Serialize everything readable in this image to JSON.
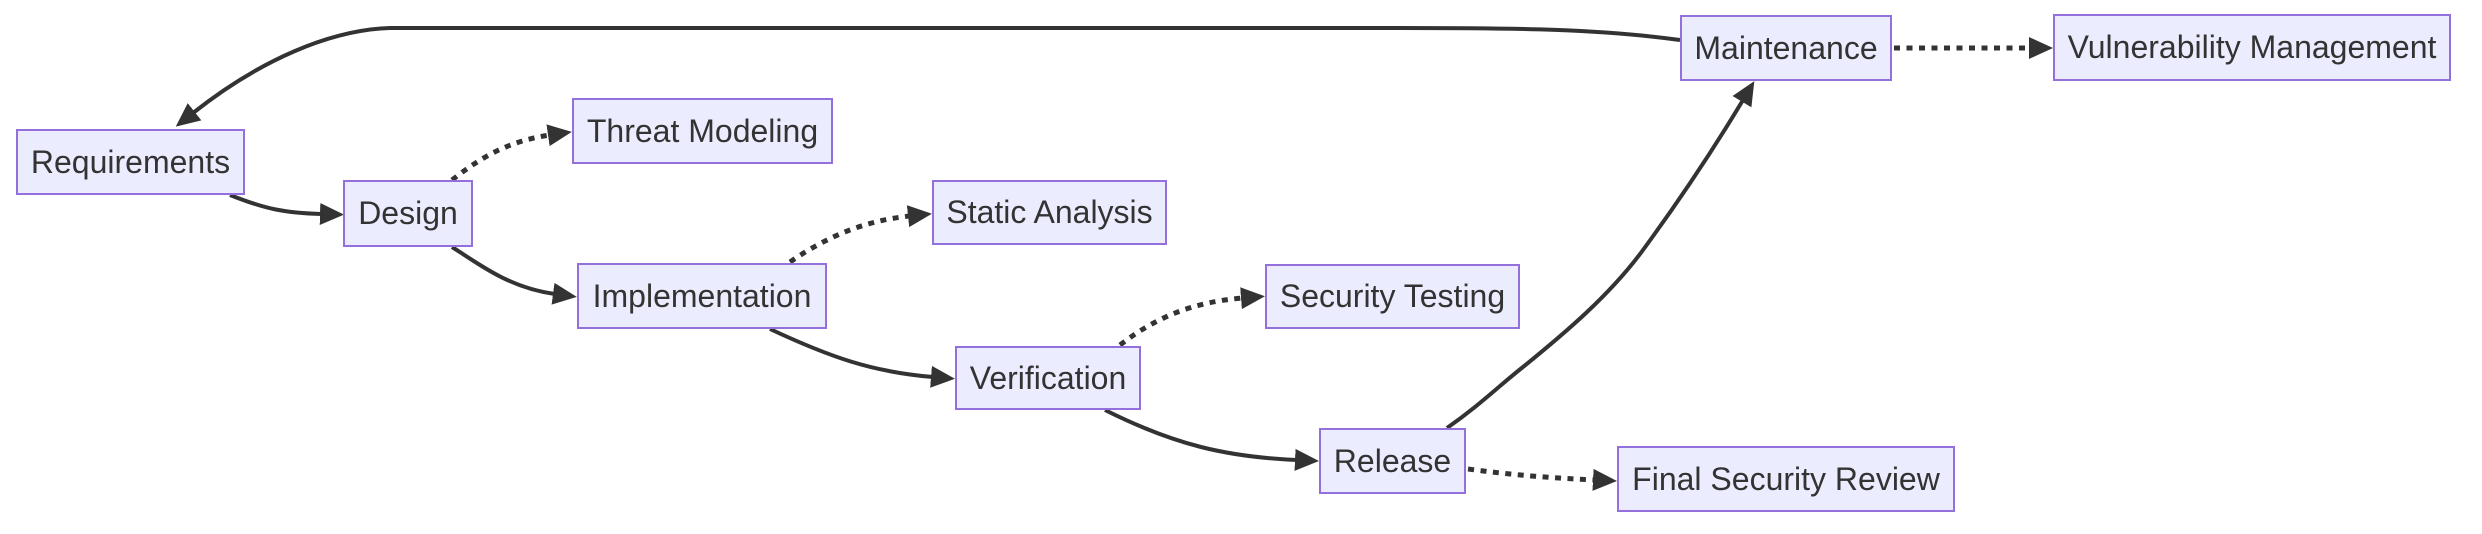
{
  "diagram": {
    "type": "flowchart",
    "direction": "LR",
    "nodes": [
      {
        "id": "requirements",
        "label": "Requirements"
      },
      {
        "id": "design",
        "label": "Design"
      },
      {
        "id": "threat_modeling",
        "label": "Threat Modeling"
      },
      {
        "id": "implementation",
        "label": "Implementation"
      },
      {
        "id": "static_analysis",
        "label": "Static Analysis"
      },
      {
        "id": "verification",
        "label": "Verification"
      },
      {
        "id": "security_testing",
        "label": "Security Testing"
      },
      {
        "id": "release",
        "label": "Release"
      },
      {
        "id": "final_security_review",
        "label": "Final Security Review"
      },
      {
        "id": "maintenance",
        "label": "Maintenance"
      },
      {
        "id": "vulnerability_management",
        "label": "Vulnerability Management"
      }
    ],
    "edges": [
      {
        "from": "requirements",
        "to": "design",
        "style": "solid"
      },
      {
        "from": "design",
        "to": "threat_modeling",
        "style": "dotted"
      },
      {
        "from": "design",
        "to": "implementation",
        "style": "solid"
      },
      {
        "from": "implementation",
        "to": "static_analysis",
        "style": "dotted"
      },
      {
        "from": "implementation",
        "to": "verification",
        "style": "solid"
      },
      {
        "from": "verification",
        "to": "security_testing",
        "style": "dotted"
      },
      {
        "from": "verification",
        "to": "release",
        "style": "solid"
      },
      {
        "from": "release",
        "to": "final_security_review",
        "style": "dotted"
      },
      {
        "from": "release",
        "to": "maintenance",
        "style": "solid"
      },
      {
        "from": "maintenance",
        "to": "vulnerability_management",
        "style": "dotted"
      },
      {
        "from": "maintenance",
        "to": "requirements",
        "style": "solid"
      }
    ],
    "colors": {
      "node_fill": "#ECECFF",
      "node_border": "#9370DB",
      "edge": "#333333",
      "text": "#333333"
    }
  }
}
